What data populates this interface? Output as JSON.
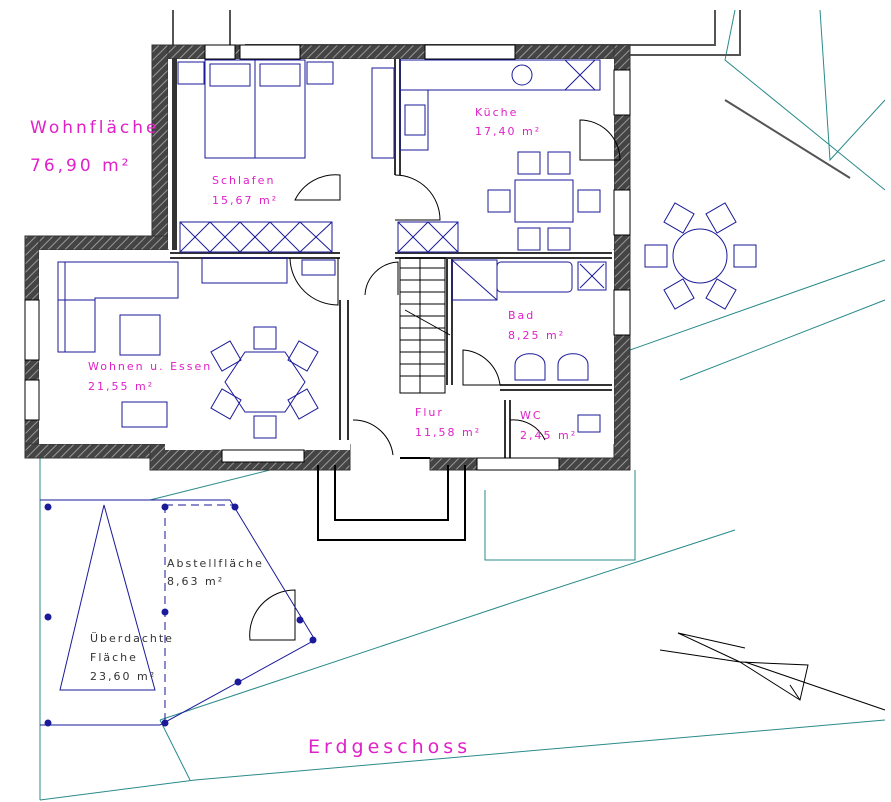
{
  "colors": {
    "wall": "#555555",
    "line": "#000000",
    "furniture": "#1a1a9a",
    "label": "#e020c8",
    "dark_label": "#333333",
    "site": "#2a8a8a"
  },
  "summary": {
    "name": "Wohnfläche",
    "area": "76,90 m²"
  },
  "floor_title": "Erdgeschoss",
  "rooms": {
    "schlafen": {
      "name": "Schlafen",
      "area": "15,67 m²"
    },
    "kueche": {
      "name": "Küche",
      "area": "17,40 m²"
    },
    "wohnen": {
      "name": "Wohnen u. Essen",
      "area": "21,55 m²"
    },
    "bad": {
      "name": "Bad",
      "area": "8,25 m²"
    },
    "flur": {
      "name": "Flur",
      "area": "11,58 m²"
    },
    "wc": {
      "name": "WC",
      "area": "2,45 m²"
    },
    "abstell": {
      "name": "Abstellfläche",
      "area": "8,63 m²"
    },
    "ueberdacht": {
      "name_line1": "Überdachte",
      "name_line2": "Fläche",
      "area": "23,60 m²"
    }
  }
}
